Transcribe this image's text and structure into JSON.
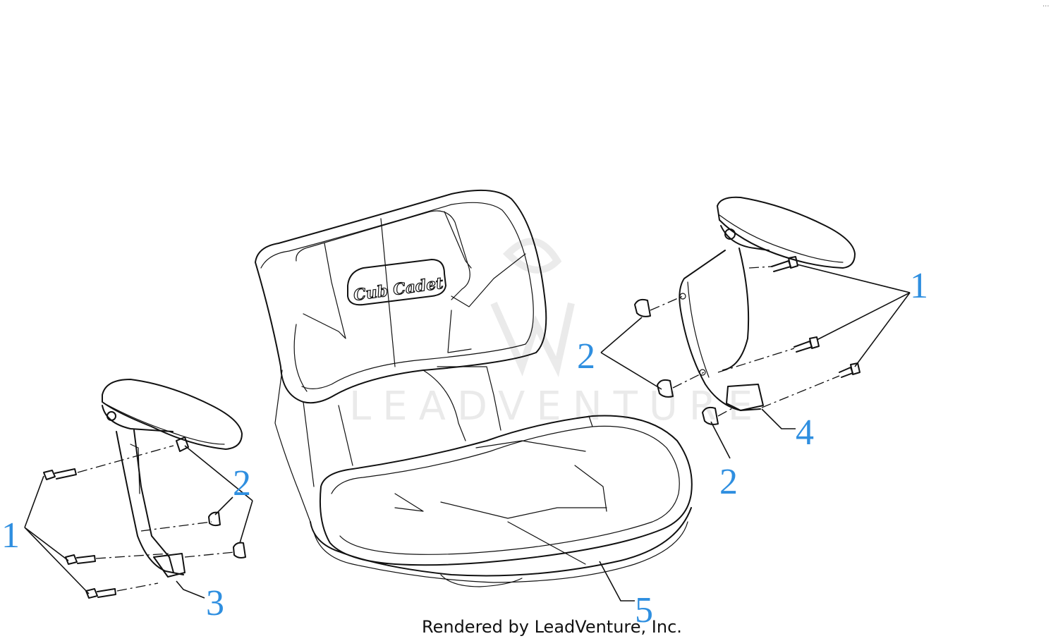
{
  "watermark": "LEADVENTURE",
  "logo_text": "Cub Cadet",
  "footer": "Rendered by LeadVenture, Inc.",
  "corner_menu": "...",
  "callouts": {
    "left_1": "1",
    "left_2": "2",
    "left_3": "3",
    "right_1": "1",
    "right_2_upper": "2",
    "right_2_lower": "2",
    "right_4": "4",
    "seat_5": "5"
  },
  "colors": {
    "callout": "#2f8fe0",
    "line": "#111111"
  }
}
